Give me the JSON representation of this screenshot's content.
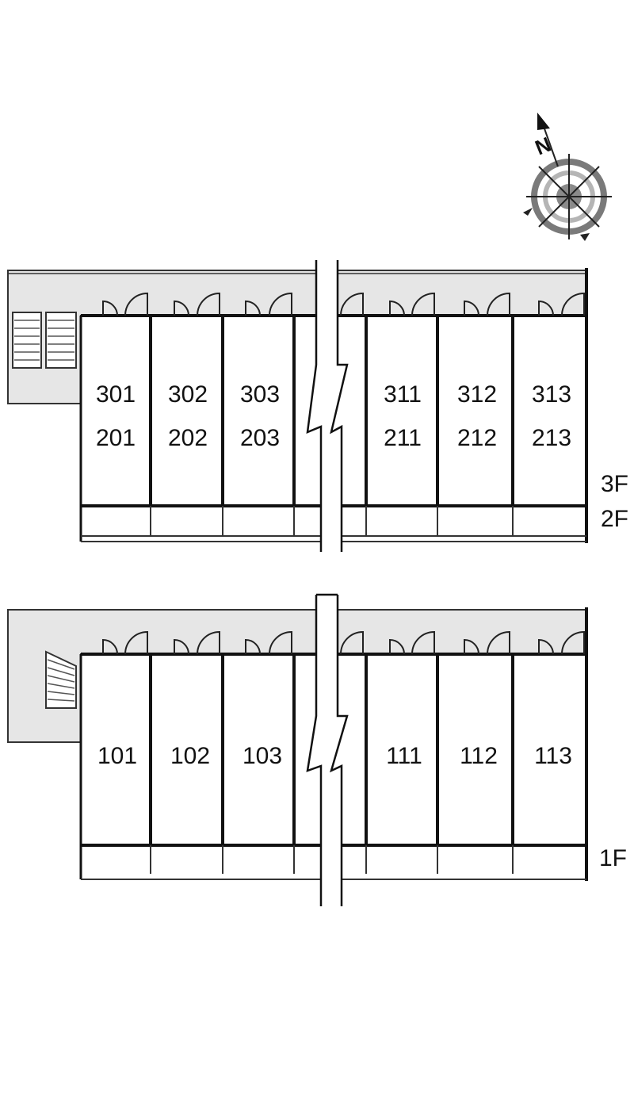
{
  "compass": {
    "north_label": "N",
    "icon": "compass-rose-icon"
  },
  "upper_block": {
    "units": [
      {
        "top": "301",
        "bottom": "201"
      },
      {
        "top": "302",
        "bottom": "202"
      },
      {
        "top": "303",
        "bottom": "203"
      },
      {
        "top": "311",
        "bottom": "211"
      },
      {
        "top": "312",
        "bottom": "212"
      },
      {
        "top": "313",
        "bottom": "213"
      }
    ],
    "floors": [
      "3F",
      "2F"
    ]
  },
  "lower_block": {
    "units": [
      {
        "top": "101"
      },
      {
        "top": "102"
      },
      {
        "top": "103"
      },
      {
        "top": "111"
      },
      {
        "top": "112"
      },
      {
        "top": "113"
      }
    ],
    "floors": [
      "1F"
    ]
  },
  "colors": {
    "corridor": "#e6e6e6",
    "wall": "#111111",
    "line": "#333333",
    "compass_ring": "#7a7a7a"
  }
}
